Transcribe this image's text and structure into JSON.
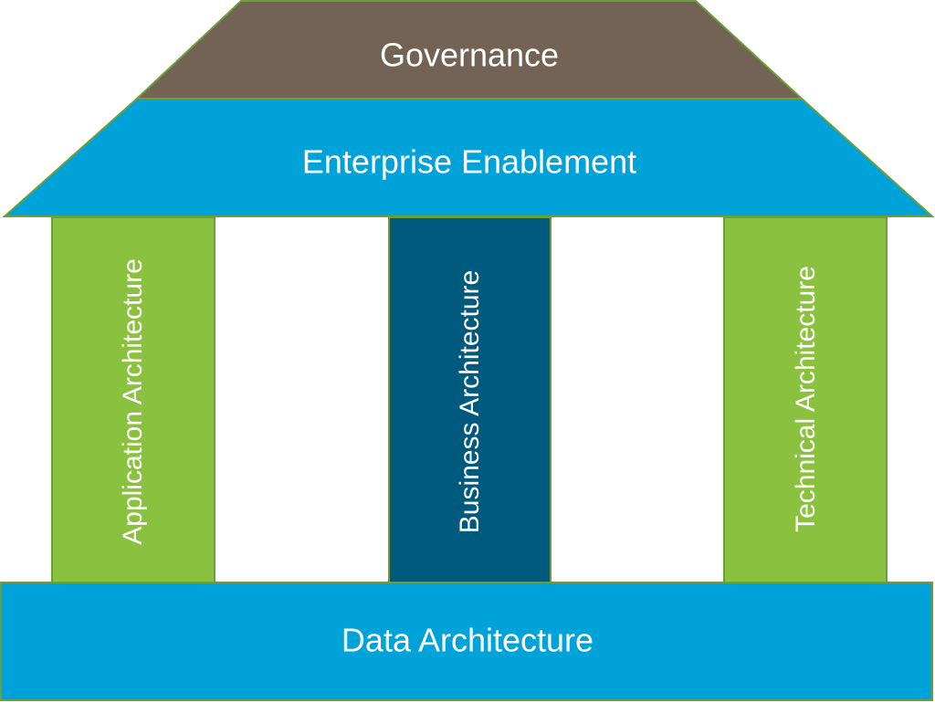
{
  "diagram": {
    "governance": {
      "label": "Governance",
      "color": "#726354"
    },
    "enablement": {
      "label": "Enterprise Enablement",
      "color": "#00a3d9"
    },
    "pillars": [
      {
        "label": "Application Architecture",
        "color": "#8ac13f"
      },
      {
        "label": "Business Architecture",
        "color": "#005a7e"
      },
      {
        "label": "Technical Architecture",
        "color": "#8ac13f"
      }
    ],
    "foundation": {
      "label": "Data Architecture",
      "color": "#00a3d9"
    },
    "outline_color": "#6aa03a"
  }
}
